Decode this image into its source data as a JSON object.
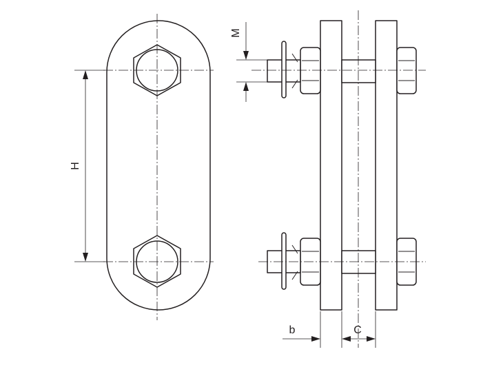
{
  "dimensions": {
    "height_label": "H",
    "thread_label": "M",
    "plate_thickness_label": "b",
    "gap_label": "C"
  },
  "colors": {
    "line": "#231f20",
    "background": "#ffffff"
  }
}
